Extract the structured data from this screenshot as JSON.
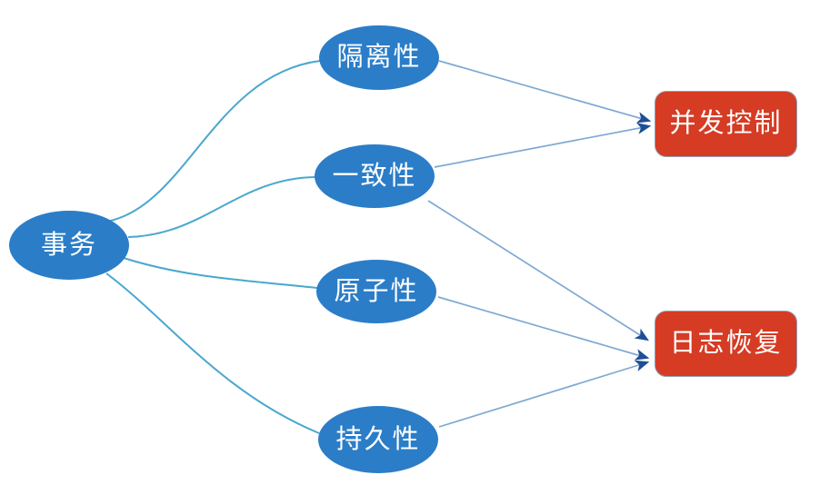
{
  "nodes": {
    "root": {
      "label": "事务"
    },
    "isolation": {
      "label": "隔离性"
    },
    "consistency": {
      "label": "一致性"
    },
    "atomicity": {
      "label": "原子性"
    },
    "durability": {
      "label": "持久性"
    },
    "concurrency": {
      "label": "并发控制"
    },
    "logrecovery": {
      "label": "日志恢复"
    }
  },
  "edges": [
    {
      "from": "事务",
      "to": "隔离性",
      "style": "curve"
    },
    {
      "from": "事务",
      "to": "一致性",
      "style": "curve"
    },
    {
      "from": "事务",
      "to": "原子性",
      "style": "curve"
    },
    {
      "from": "事务",
      "to": "持久性",
      "style": "curve"
    },
    {
      "from": "隔离性",
      "to": "并发控制",
      "style": "arrow"
    },
    {
      "from": "一致性",
      "to": "并发控制",
      "style": "arrow"
    },
    {
      "from": "一致性",
      "to": "日志恢复",
      "style": "arrow"
    },
    {
      "from": "原子性",
      "to": "日志恢复",
      "style": "arrow"
    },
    {
      "from": "持久性",
      "to": "日志恢复",
      "style": "arrow"
    }
  ],
  "colors": {
    "ellipse_fill": "#2b7dc8",
    "rect_fill": "#d63b23",
    "rect_border": "#93a2b5",
    "curve_stroke": "#49a8ce",
    "arrow_stroke": "#7ea9d3",
    "arrowhead_fill": "#1f4e96",
    "text": "#ffffff"
  }
}
